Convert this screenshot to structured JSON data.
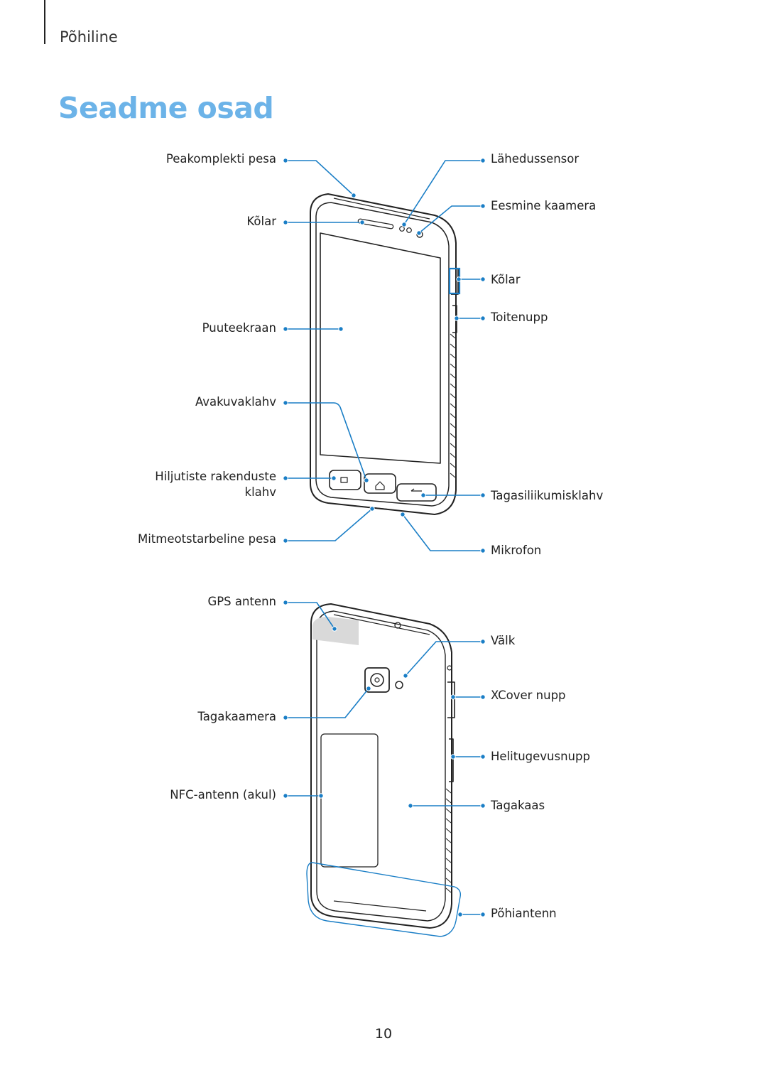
{
  "header": {
    "section": "Põhiline"
  },
  "title": "Seadme osad",
  "front_labels": {
    "headset_jack": "Peakomplekti pesa",
    "earpiece_speaker": "Kõlar",
    "touchscreen": "Puuteekraan",
    "home_key": "Avakuvaklahv",
    "recent_apps_key": [
      "Hiljutiste rakenduste",
      "klahv"
    ],
    "multipurpose_jack": "Mitmeotstarbeline pesa",
    "proximity_sensor": "Lähedussensor",
    "front_camera": "Eesmine kaamera",
    "side_speaker": "Kõlar",
    "power_key": "Toitenupp",
    "back_key": "Tagasiliikumisklahv",
    "microphone": "Mikrofon"
  },
  "back_labels": {
    "gps_antenna": "GPS antenn",
    "rear_camera": "Tagakaamera",
    "nfc_antenna": "NFC-antenn (akul)",
    "flash": "Välk",
    "xcover_key": "XCover nupp",
    "volume_key": "Helitugevusnupp",
    "back_cover": "Tagakaas",
    "main_antenna": "Põhiantenn"
  },
  "colors": {
    "title": "#6cb3e8",
    "callout": "#1a7ec6"
  },
  "page_number": "10"
}
